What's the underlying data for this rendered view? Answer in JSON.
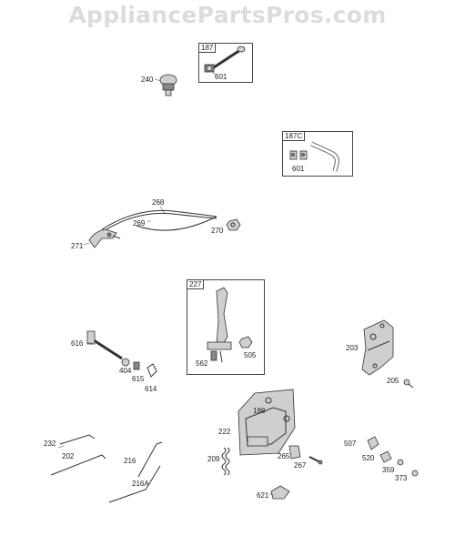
{
  "watermark": "AppliancePartsPros.com",
  "callouts": {
    "p240": "240",
    "p187_601": "601",
    "p187c_601": "601",
    "p268": "268",
    "p269": "269",
    "p270": "270",
    "p271": "271",
    "p562": "562",
    "p505": "505",
    "p616": "616",
    "p404": "404",
    "p615": "615",
    "p614": "614",
    "p203": "203",
    "p205": "205",
    "p188": "188",
    "p222": "222",
    "p209": "209",
    "p265": "265",
    "p267": "267",
    "p621": "621",
    "p232": "232",
    "p202": "202",
    "p216": "216",
    "p216A": "216A",
    "p507": "507",
    "p520": "520",
    "p359": "359",
    "p373": "373"
  },
  "boxes": {
    "b187": "187",
    "b187c": "187C",
    "b227": "227"
  }
}
